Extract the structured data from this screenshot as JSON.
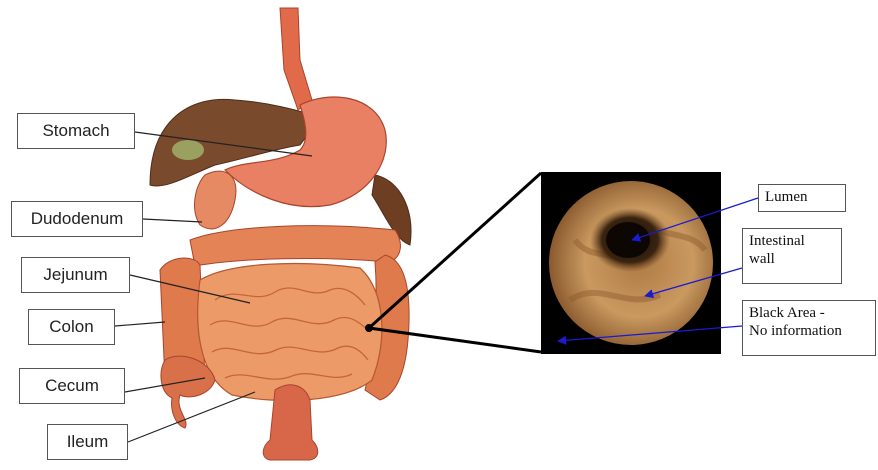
{
  "anatomy_labels": {
    "stomach": "Stomach",
    "duodenum": "Dudodenum",
    "jejunum": "Jejunum",
    "colon": "Colon",
    "cecum": "Cecum",
    "ileum": "Ileum"
  },
  "endoscopy_labels": {
    "lumen": "Lumen",
    "intestinal_wall": [
      "Intestinal",
      "wall"
    ],
    "black_area": [
      "Black Area -",
      "No information"
    ]
  },
  "colors": {
    "arrow": "#1a1ad0",
    "leader_line": "#222222",
    "tissue": "#e9915f",
    "liver": "#7a4a2c"
  }
}
